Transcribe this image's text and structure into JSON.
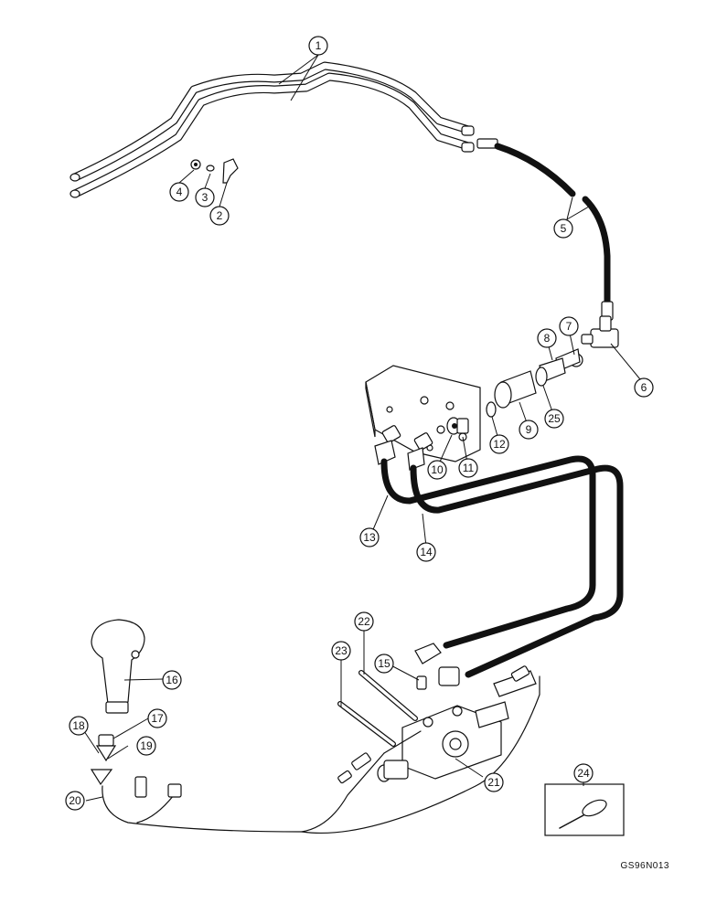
{
  "drawing_ref": "GS96N013",
  "callouts": [
    {
      "n": "1"
    },
    {
      "n": "2"
    },
    {
      "n": "3"
    },
    {
      "n": "4"
    },
    {
      "n": "5"
    },
    {
      "n": "6"
    },
    {
      "n": "7"
    },
    {
      "n": "8"
    },
    {
      "n": "9"
    },
    {
      "n": "10"
    },
    {
      "n": "11"
    },
    {
      "n": "12"
    },
    {
      "n": "13"
    },
    {
      "n": "14"
    },
    {
      "n": "15"
    },
    {
      "n": "16"
    },
    {
      "n": "17"
    },
    {
      "n": "18"
    },
    {
      "n": "19"
    },
    {
      "n": "20"
    },
    {
      "n": "21"
    },
    {
      "n": "22"
    },
    {
      "n": "23"
    },
    {
      "n": "24"
    },
    {
      "n": "25"
    }
  ]
}
